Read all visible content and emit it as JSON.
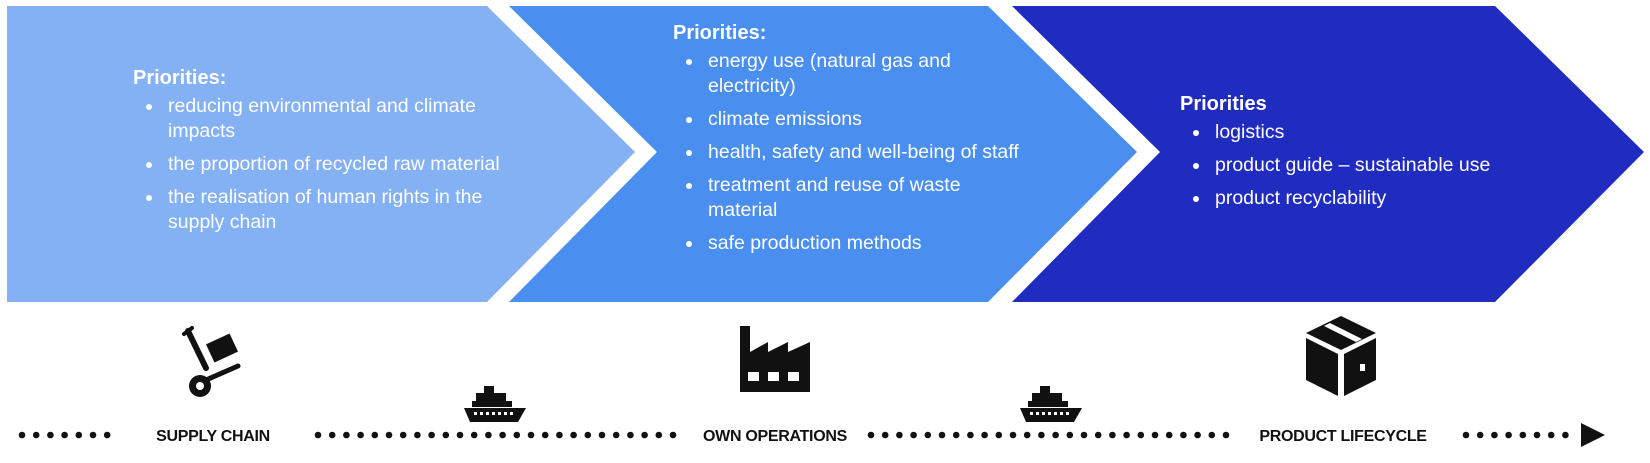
{
  "colors": {
    "stage_1": "#84b0f4",
    "stage_2": "#4a8ff0",
    "stage_3": "#1f2cbf",
    "text": "#ffffff",
    "icon": "#111111"
  },
  "stages": [
    {
      "heading": "Priorities:",
      "items": [
        "reducing environmental and climate impacts",
        "the proportion of recycled raw material",
        "the realisation of human rights in the supply chain"
      ],
      "label": "SUPPLY CHAIN",
      "icon": "hand-truck-icon"
    },
    {
      "heading": "Priorities:",
      "items": [
        "energy use (natural gas and electricity)",
        "climate emissions",
        "health, safety and well-being of staff",
        "treatment and reuse of waste material",
        "safe production methods"
      ],
      "label": "OWN OPERATIONS",
      "icon": "factory-icon"
    },
    {
      "heading": "Priorities",
      "items": [
        "logistics",
        "product guide – sustainable use",
        "product recyclability"
      ],
      "label": "PRODUCT LIFECYCLE",
      "icon": "box-icon"
    }
  ],
  "connectors": [
    "ship-icon",
    "ship-icon"
  ],
  "timeline_icon": "arrow-head-icon"
}
